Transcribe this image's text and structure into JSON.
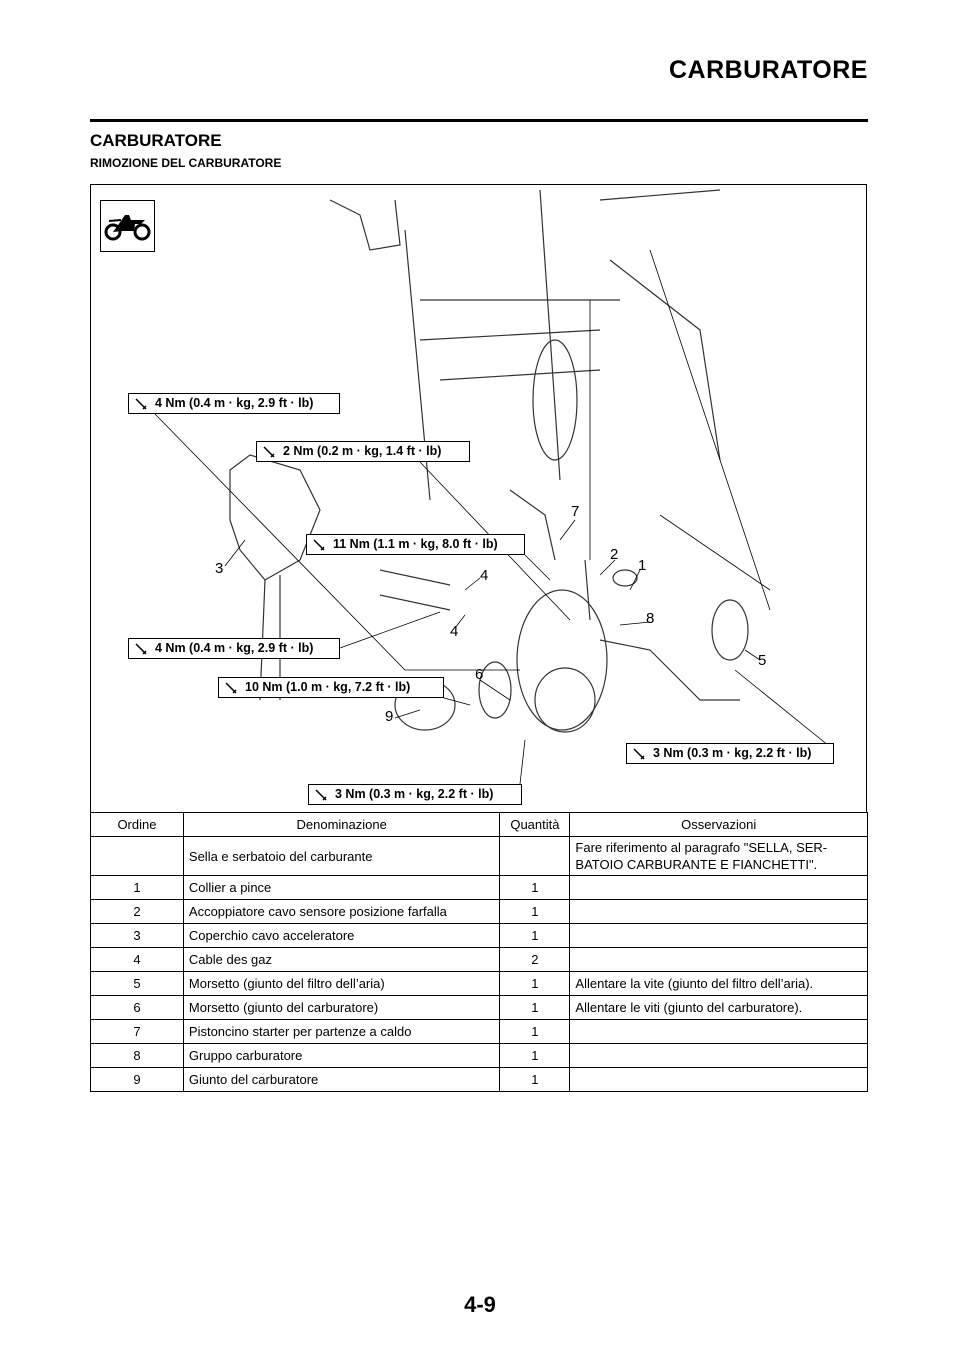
{
  "header": {
    "title": "CARBURATORE"
  },
  "section": {
    "title": "CARBURATORE",
    "subtitle": "RIMOZIONE DEL CARBURATORE"
  },
  "figure": {
    "icon": "motorcycle-icon",
    "torque_labels": [
      "4 Nm (0.4 m · kg, 2.9 ft · lb)",
      "2 Nm (0.2 m · kg, 1.4 ft · lb)",
      "11 Nm (1.1 m · kg, 8.0 ft · lb)",
      "4 Nm (0.4 m · kg, 2.9 ft · lb)",
      "10 Nm (1.0 m · kg, 7.2 ft · lb)",
      "3 Nm (0.3 m · kg, 2.2 ft · lb)",
      "3 Nm (0.3 m · kg, 2.2 ft · lb)"
    ],
    "callouts": [
      "7",
      "2",
      "1",
      "4",
      "8",
      "4",
      "5",
      "6",
      "9",
      "3"
    ]
  },
  "table": {
    "headers": [
      "Ordine",
      "Denominazione",
      "Quantità",
      "Osservazioni"
    ],
    "rows": [
      [
        "",
        "Sella e serbatoio del carburante",
        "",
        "Fare riferimento al paragrafo \"SELLA, SER-BATOIO CARBURANTE E FIANCHETTI\"."
      ],
      [
        "1",
        "Collier a pince",
        "1",
        ""
      ],
      [
        "2",
        "Accoppiatore cavo sensore posizione farfalla",
        "1",
        ""
      ],
      [
        "3",
        "Coperchio cavo acceleratore",
        "1",
        ""
      ],
      [
        "4",
        "Cable des gaz",
        "2",
        ""
      ],
      [
        "5",
        "Morsetto (giunto del filtro dell’aria)",
        "1",
        "Allentare la vite (giunto del filtro dell’aria)."
      ],
      [
        "6",
        "Morsetto (giunto del carburatore)",
        "1",
        "Allentare le viti (giunto del carburatore)."
      ],
      [
        "7",
        "Pistoncino starter per partenze a caldo",
        "1",
        ""
      ],
      [
        "8",
        "Gruppo carburatore",
        "1",
        ""
      ],
      [
        "9",
        "Giunto del carburatore",
        "1",
        ""
      ]
    ]
  },
  "footer": {
    "page": "4-9"
  }
}
